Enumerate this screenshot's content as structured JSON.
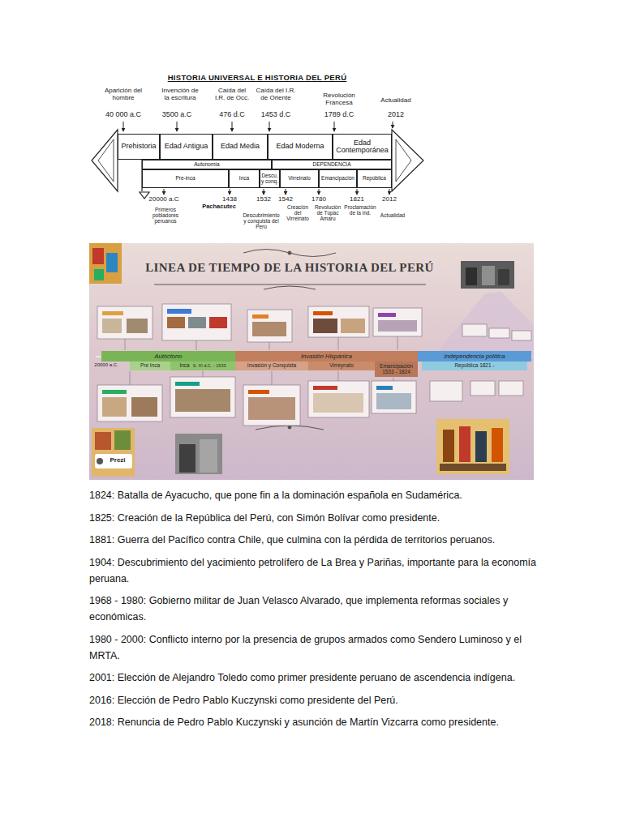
{
  "diagram": {
    "title": "HISTORIA UNIVERSAL E HISTORIA DEL PERÚ",
    "nodes": [
      {
        "text": [
          "Prehistoria"
        ]
      },
      {
        "text": [
          "Edad Antigua"
        ]
      },
      {
        "text": [
          "Edad Media"
        ]
      },
      {
        "text": [
          "Edad Moderna"
        ]
      },
      {
        "text": [
          "Edad Contemporánea"
        ]
      },
      {
        "text": [
          "Autonomía"
        ]
      },
      {
        "text": [
          "DEPENDENCIA"
        ]
      },
      {
        "text": [
          "Pre-inca"
        ]
      },
      {
        "text": [
          "Inca"
        ]
      },
      {
        "text": [
          "Descu. y conq."
        ]
      },
      {
        "text": [
          "Virreinato"
        ]
      },
      {
        "text": [
          "Emancipación"
        ]
      },
      {
        "text": [
          "República"
        ]
      },
      {
        "text": [
          "Autóctono"
        ]
      },
      {
        "text": [
          "Invasión Hispánica"
        ]
      },
      {
        "text": [
          "Independencia política"
        ]
      },
      {
        "text": [
          "Pre Inca"
        ]
      },
      {
        "text": [
          "Inca",
          "S. XI d.C. - 1533"
        ]
      },
      {
        "text": [
          "Invasión y Conquista"
        ]
      },
      {
        "text": [
          "Virreynato"
        ]
      },
      {
        "text": [
          "Emancipación",
          "1533 - 1824"
        ]
      },
      {
        "text": [
          "República 1821 -"
        ]
      }
    ],
    "labels": [
      "Aparición del hombre",
      "40 000 a.C",
      "Invención de la escritura",
      "3500 a.C",
      "Caída del I.R. de Occ.",
      "476 d.C",
      "Caída del I.R. de Oriente",
      "1453 d.C",
      "Revolución Francesa",
      "1789 d.C",
      "Actualidad",
      "2012",
      "20000 a.C",
      "Primeros pobladores peruanos",
      "1438",
      "Pachacutec",
      "1532",
      "Descubrimiento y conquista del Perú",
      "1542",
      "Creación del Virreinato",
      "1780",
      "Revolución de Túpac Amaru",
      "1821",
      "Proclamación de la ind.",
      "2012",
      "Actualidad",
      "LINEA DE TIEMPO DE LA HISTORIA DEL PERÚ",
      "20000 a.C.",
      "Prezi",
      "1824: Batalla de Ayacucho, que pone fin a la dominación española en Sudamérica.",
      "1825: Creación de la República del Perú, con Simón Bolívar como presidente.",
      "1881: Guerra del Pacífico contra Chile, que culmina con la pérdida de territorios peruanos.",
      "1904: Descubrimiento del yacimiento petrolífero de La Brea y Pariñas, importante para la economía peruana.",
      "1968 - 1980: Gobierno militar de Juan Velasco Alvarado, que implementa reformas sociales y económicas.",
      "1980 - 2000: Conflicto interno por la presencia de grupos armados como Sendero Luminoso y el MRTA.",
      "2001: Elección de Alejandro Toledo como primer presidente peruano de ascendencia indígena.",
      "2016: Elección de Pedro Pablo Kuczynski como presidente del Perú.",
      "2018: Renuncia de Pedro Pablo Kuczynski y asunción de Martín Vizcarra como presidente."
    ]
  }
}
